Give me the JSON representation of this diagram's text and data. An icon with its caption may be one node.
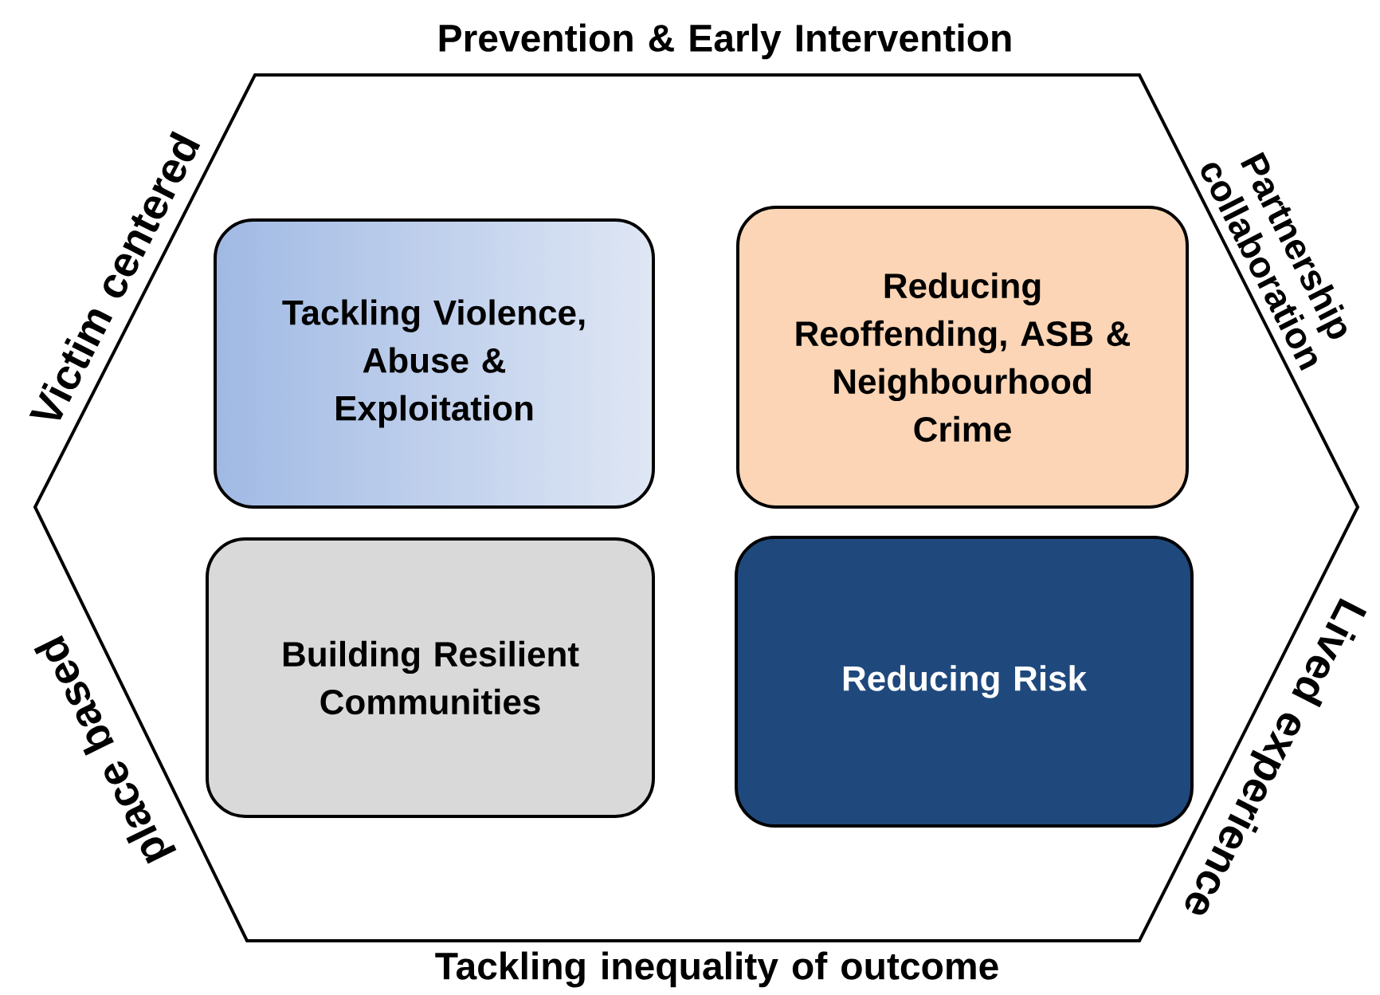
{
  "diagram": {
    "nodes": [
      {
        "text": [
          "Prevention & Early Intervention",
          "Victim centered",
          "Partnership collaboration",
          "place based",
          "Lived experience",
          "Tackling inequality of outcome"
        ]
      },
      {
        "text": [
          "Tackling Violence, Abuse & Exploitation"
        ],
        "in": 0
      },
      {
        "text": [
          "Reducing Reoffending, ASB & Neighbourhood Crime"
        ],
        "in": 0
      },
      {
        "text": [
          "Building Resilient Communities"
        ],
        "in": 0
      },
      {
        "text": [
          "Reducing Risk"
        ],
        "in": 0
      }
    ]
  }
}
